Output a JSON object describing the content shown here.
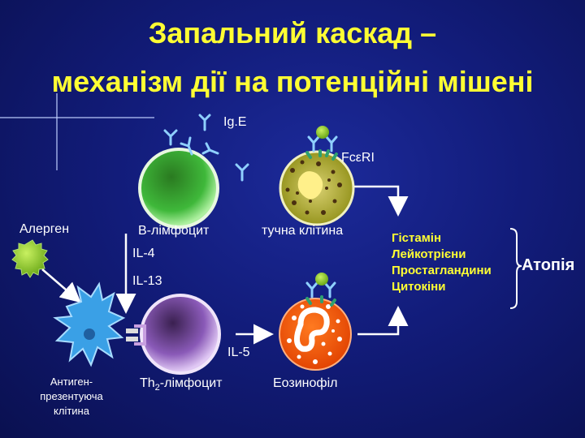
{
  "title": {
    "line1": "Запальний каскад  –",
    "line2": "механізм дії  на потенційні мішені"
  },
  "labels": {
    "ige": "Ig.E",
    "fcr": "FcεRI",
    "allergen": "Алерген",
    "b_cell": "В-лімфоцит",
    "mast_cell": "тучна клітина",
    "il4": "IL-4",
    "il13": "IL-13",
    "il5": "IL-5",
    "apc": [
      "Антиген-",
      "презентуюча",
      "клітина"
    ],
    "th2_main": "Th",
    "th2_sub": "2",
    "th2_rest": "-лімфоцит",
    "eosinophil": "Еозинофіл"
  },
  "mediators": [
    "Гістамін",
    "Лейкотрієни",
    "Простагландини",
    "Цитокіни"
  ],
  "outcome": "Атопія",
  "colors": {
    "title": "#ffff33",
    "b_cell": "#39c339",
    "mast_cell": "#b0b020",
    "th2_cell": "#9a62c8",
    "eosinophil": "#ff5a0a",
    "allergen": "#8ac820",
    "apc": "#3aa0e6",
    "antibody": "#8fd0ff",
    "receptor": "#2ea070"
  }
}
